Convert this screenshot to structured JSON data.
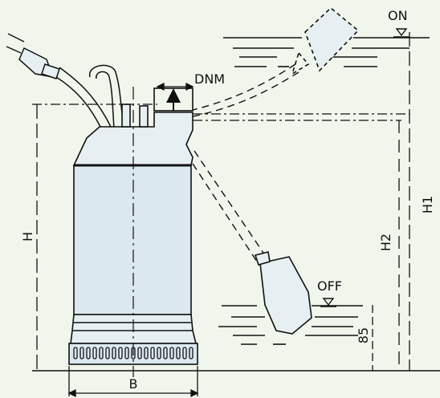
{
  "diagram": {
    "labels": {
      "on": "ON",
      "off": "OFF",
      "dnm": "DNM",
      "h": "H",
      "h1": "H1",
      "h2": "H2",
      "h85": "85",
      "b": "B"
    },
    "colors": {
      "background": "#f1f6ec",
      "pump_body": "#dbe8ef",
      "outline": "#111111"
    }
  }
}
